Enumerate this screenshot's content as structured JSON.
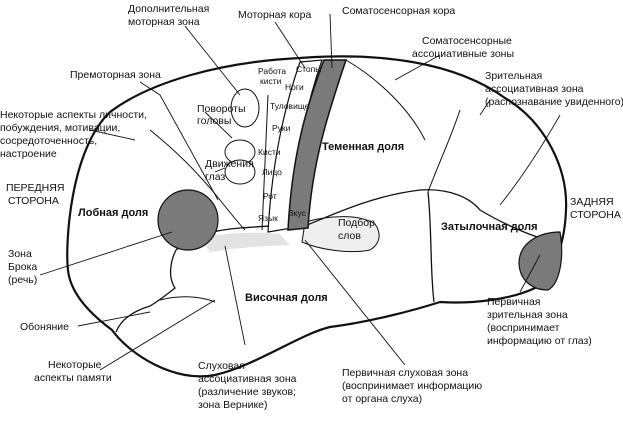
{
  "labels": {
    "supplementary_motor": [
      "Дополнительная",
      "моторная зона"
    ],
    "motor_cortex": "Моторная кора",
    "somatosensory_cortex": "Соматосенсорная кора",
    "somatosensory_assoc": [
      "Соматосенсорные",
      "ассоциативные зоны"
    ],
    "visual_assoc": [
      "Зрительная",
      "ассоциативная зона",
      "(распознавание увиденного)"
    ],
    "premotor": "Премоторная зона",
    "personality": [
      "Некоторые аспекты личности,",
      "побуждения, мотивации,",
      "сосредоточенность,",
      "настроение"
    ],
    "head_turns": [
      "Повороты",
      "головы"
    ],
    "eye_movements": [
      "Движения",
      "глаз"
    ],
    "front": [
      "ПЕРЕДНЯЯ",
      "СТОРОНА"
    ],
    "back": [
      "ЗАДНЯЯ",
      "СТОРОНА"
    ],
    "broca": [
      "Зона",
      "Брока",
      "(речь)"
    ],
    "word_selection": [
      "Подбор",
      "слов"
    ],
    "smell": "Обоняние",
    "memory": [
      "Некоторые",
      "аспекты памяти"
    ],
    "auditory_assoc": [
      "Слуховая",
      "ассоциативная зона",
      "(различение звуков;",
      "зона Вернике)"
    ],
    "primary_auditory": [
      "Первичная слуховая зона",
      "(воспринимает информацию",
      "от органа слуха)"
    ],
    "primary_visual": [
      "Первичная",
      "зрительная зона",
      "(воспринимает",
      "информацию от глаз)"
    ]
  },
  "lobes": {
    "frontal": "Лобная доля",
    "parietal": "Теменная доля",
    "temporal": "Височная доля",
    "occipital": "Затылочная доля"
  },
  "body_parts": {
    "wrist": [
      "Работа",
      "кисти"
    ],
    "feet": "Стопы",
    "legs": "Ноги",
    "torso": "Туловище",
    "arms": "Руки",
    "hands": "Кисти",
    "face": "Лицо",
    "mouth": "Рот",
    "tongue": "Язык",
    "taste": "Вкус"
  },
  "colors": {
    "outline": "#111111",
    "shaded": "#7a7a7a",
    "light_shade": "#e3e3e3",
    "background": "#ffffff"
  }
}
